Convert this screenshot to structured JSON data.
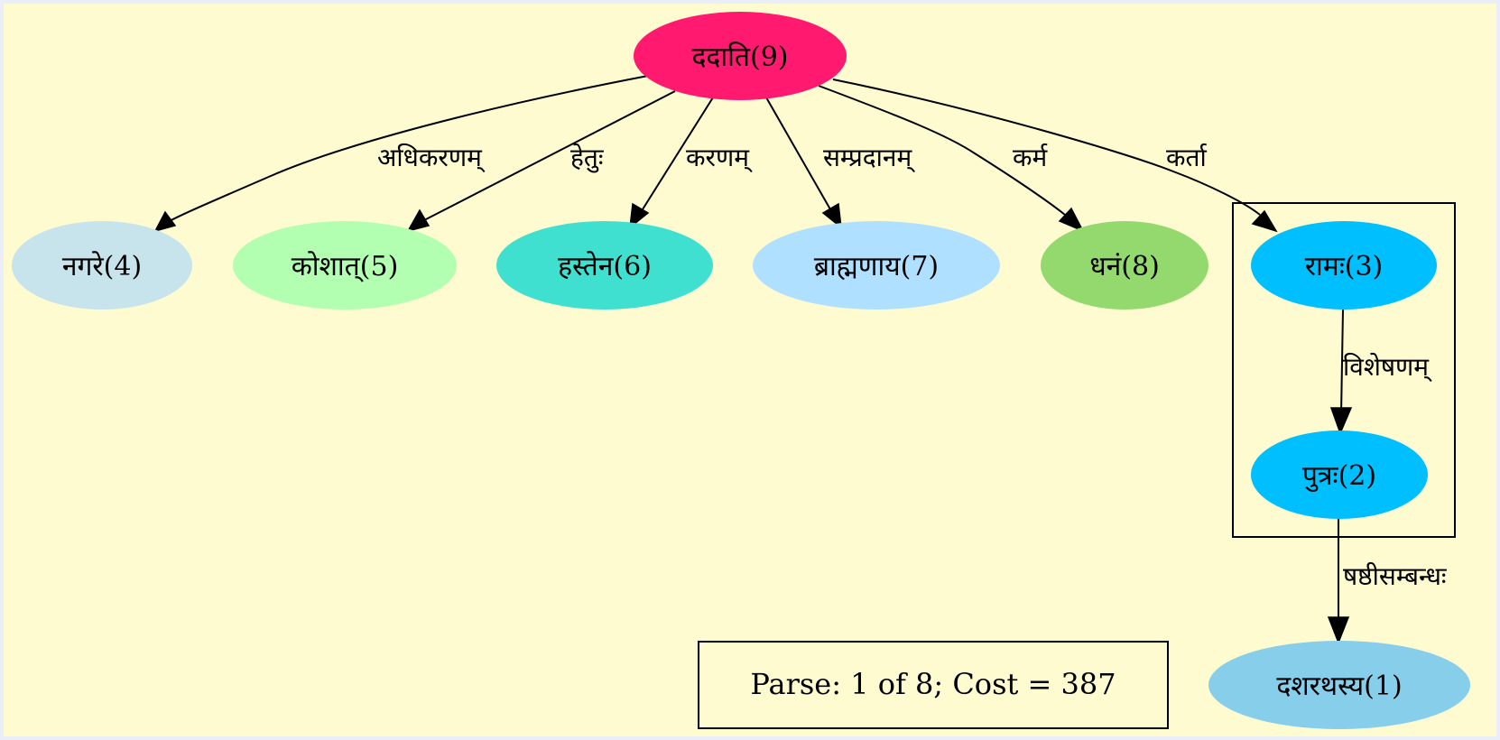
{
  "graph": {
    "background": "#fefbd0",
    "nodes": [
      {
        "id": "n9",
        "label": "ददाति(9)",
        "color": "#ff1a70"
      },
      {
        "id": "n4",
        "label": "नगरे(4)",
        "color": "#c7e4ec"
      },
      {
        "id": "n5",
        "label": "कोशात्(5)",
        "color": "#b2ffb2"
      },
      {
        "id": "n6",
        "label": "हस्तेन(6)",
        "color": "#40e0d0"
      },
      {
        "id": "n7",
        "label": "ब्राह्मणाय(7)",
        "color": "#b0e0ff"
      },
      {
        "id": "n8",
        "label": "धनं(8)",
        "color": "#93d96e"
      },
      {
        "id": "n3",
        "label": "रामः(3)",
        "color": "#00bfff"
      },
      {
        "id": "n2",
        "label": "पुत्रः(2)",
        "color": "#00bfff"
      },
      {
        "id": "n1",
        "label": "दशरथस्य(1)",
        "color": "#87ceeb"
      }
    ],
    "edges": [
      {
        "from": "n9",
        "to": "n4",
        "label": "अधिकरणम्"
      },
      {
        "from": "n9",
        "to": "n5",
        "label": "हेतुः"
      },
      {
        "from": "n9",
        "to": "n6",
        "label": "करणम्"
      },
      {
        "from": "n9",
        "to": "n7",
        "label": "सम्प्रदानम्"
      },
      {
        "from": "n9",
        "to": "n8",
        "label": "कर्म"
      },
      {
        "from": "n9",
        "to": "n3",
        "label": "कर्ता"
      },
      {
        "from": "n3",
        "to": "n2",
        "label": "विशेषणम्"
      },
      {
        "from": "n2",
        "to": "n1",
        "label": "षष्ठीसम्बन्धः"
      }
    ],
    "caption": "Parse: 1 of 8; Cost = 387"
  }
}
